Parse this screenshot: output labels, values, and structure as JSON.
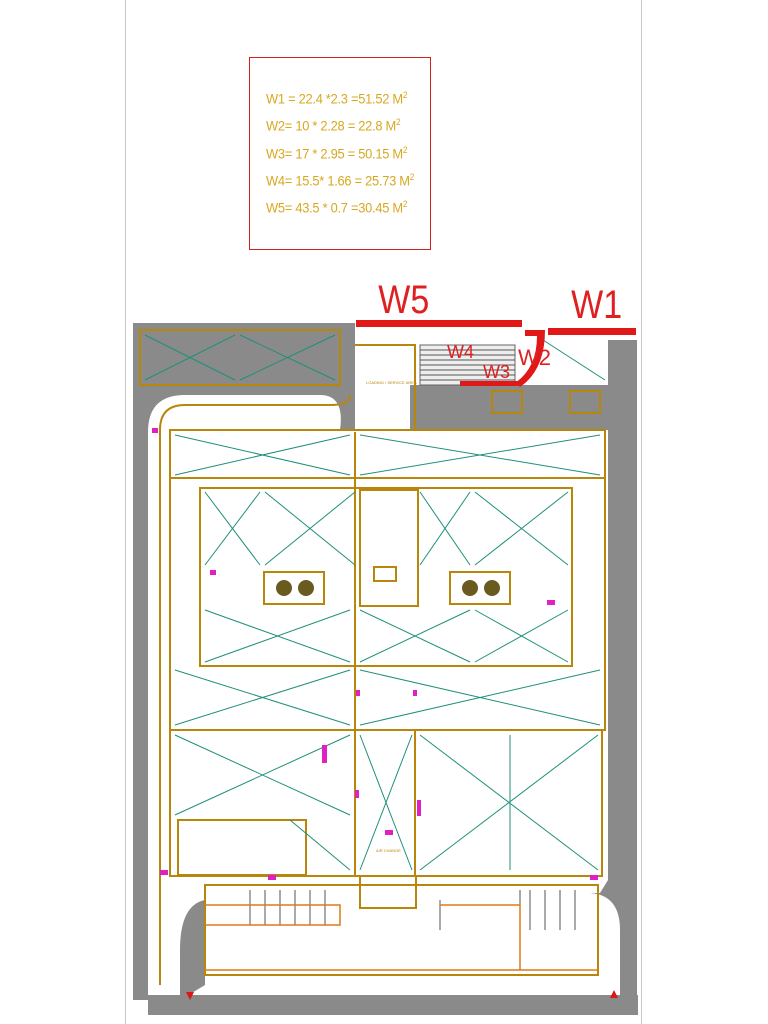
{
  "legend": {
    "lines": [
      {
        "text": "W1 = 22.4 *2.3 =51.52  M",
        "unit_exp": "2"
      },
      {
        "text": "W2= 10 * 2.28 = 22.8     M",
        "unit_exp": "2"
      },
      {
        "text": "W3= 17 * 2.95 = 50.15   M",
        "unit_exp": "2"
      },
      {
        "text": "W4= 15.5* 1.66 = 25.73  M",
        "unit_exp": "2"
      },
      {
        "text": "W5= 43.5 * 0.7 =30.45    M",
        "unit_exp": "2"
      }
    ],
    "text_color": "#d8a820",
    "border_color": "#d62020"
  },
  "wall_labels": {
    "w5": "W5",
    "w1": "W1",
    "w4": "W4",
    "w2": "W2",
    "w3": "W3"
  },
  "colors": {
    "wall": "#e01818",
    "outline": "#b8860b",
    "ramp_fill": "#8a8a8a",
    "roof_lines": "#1f8f7a",
    "markers": "#e020c0",
    "arrow": "#d81818"
  },
  "annotations": {
    "service_text": "LOADING / SERVICE AREA",
    "gate_label": "AIR CHANGE"
  }
}
